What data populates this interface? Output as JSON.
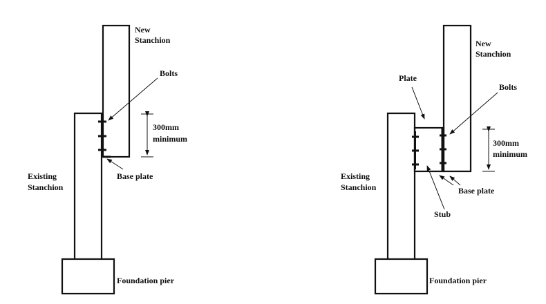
{
  "left": {
    "new_stanchion": [
      "New",
      "Stanchion"
    ],
    "bolts": "Bolts",
    "dimension": [
      "300mm",
      "minimum"
    ],
    "base_plate": "Base plate",
    "existing_stanchion": [
      "Existing",
      "Stanchion"
    ],
    "foundation": "Foundation pier"
  },
  "right": {
    "new_stanchion": [
      "New",
      "Stanchion"
    ],
    "plate": "Plate",
    "bolts": "Bolts",
    "dimension": [
      "300mm",
      "minimum"
    ],
    "base_plate": "Base plate",
    "stub": "Stub",
    "existing_stanchion": [
      "Existing",
      "Stanchion"
    ],
    "foundation": "Foundation pier"
  }
}
